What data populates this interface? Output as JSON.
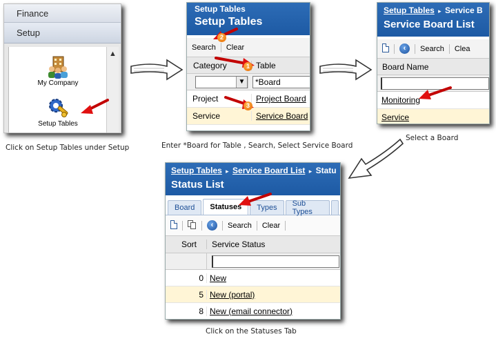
{
  "panel1": {
    "nav_items": [
      "Finance",
      "Setup"
    ],
    "icon_items": [
      {
        "label": "My Company",
        "icon": "company-people-icon"
      },
      {
        "label": "Setup Tables",
        "icon": "gear-wrench-icon"
      }
    ],
    "caption": "Click on Setup Tables under Setup"
  },
  "panel2": {
    "header_small": "Setup Tables",
    "title": "Setup Tables",
    "toolbar": {
      "search": "Search",
      "clear": "Clear"
    },
    "columns": {
      "category": "Category",
      "table": "Table"
    },
    "filter_table_value": "*Board",
    "rows": [
      {
        "category": "Project",
        "table": "Project Board"
      },
      {
        "category": "Service",
        "table": "Service Board"
      }
    ],
    "badges": [
      "1",
      "2",
      "3"
    ],
    "caption": "Enter *Board for Table , Search, Select Service Board"
  },
  "panel3": {
    "breadcrumb": {
      "first": "Setup Tables",
      "sep": "▸",
      "second": "Service B"
    },
    "title": "Service Board List",
    "toolbar": {
      "search": "Search",
      "clear": "Clea"
    },
    "columns": {
      "name": "Board Name"
    },
    "rows": [
      "Monitoring",
      "Service"
    ],
    "caption": "Select a Board"
  },
  "panel4": {
    "breadcrumb": {
      "first": "Setup Tables",
      "sep": "▸",
      "second": "Service Board List",
      "third": "Statu"
    },
    "title": "Status List",
    "tabs": [
      "Board",
      "Statuses",
      "Types",
      "Sub Types"
    ],
    "active_tab": "Statuses",
    "toolbar": {
      "search": "Search",
      "clear": "Clear"
    },
    "columns": {
      "sort": "Sort",
      "status": "Service Status"
    },
    "rows": [
      {
        "sort": "0",
        "status": "New"
      },
      {
        "sort": "5",
        "status": "New (portal)"
      },
      {
        "sort": "8",
        "status": "New (email connector)"
      }
    ],
    "caption": "Click on the Statuses Tab"
  },
  "colors": {
    "header_blue": "#1d5aa4",
    "arrow_red": "#e01010",
    "row_highlight": "#fff5d6",
    "badge_orange": "#f08000"
  }
}
